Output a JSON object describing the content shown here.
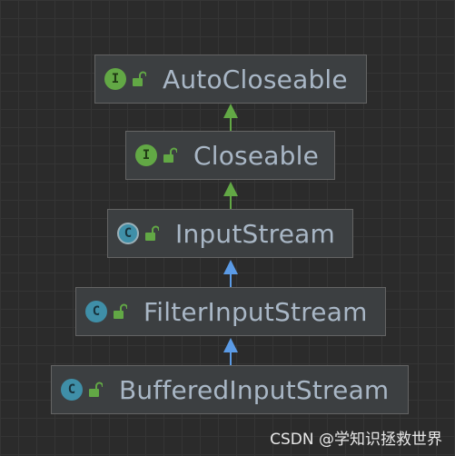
{
  "diagram": {
    "nodes": [
      {
        "id": "autocloseable",
        "kind": "interface",
        "kind_letter": "I",
        "label": "AutoCloseable"
      },
      {
        "id": "closeable",
        "kind": "interface",
        "kind_letter": "I",
        "label": "Closeable"
      },
      {
        "id": "inputstream",
        "kind": "abstract-class",
        "kind_letter": "C",
        "label": "InputStream"
      },
      {
        "id": "filterinputstream",
        "kind": "class",
        "kind_letter": "C",
        "label": "FilterInputStream"
      },
      {
        "id": "bufferedinputstream",
        "kind": "class",
        "kind_letter": "C",
        "label": "BufferedInputStream"
      }
    ],
    "edges": [
      {
        "from": "closeable",
        "to": "autocloseable",
        "relation": "extends",
        "color": "#62a845"
      },
      {
        "from": "inputstream",
        "to": "closeable",
        "relation": "implements",
        "color": "#62a845"
      },
      {
        "from": "filterinputstream",
        "to": "inputstream",
        "relation": "extends",
        "color": "#5b9be6"
      },
      {
        "from": "bufferedinputstream",
        "to": "filterinputstream",
        "relation": "extends",
        "color": "#5b9be6"
      }
    ],
    "lock_icon": "unlocked-padlock-icon"
  },
  "watermark": "CSDN @学知识拯救世界"
}
